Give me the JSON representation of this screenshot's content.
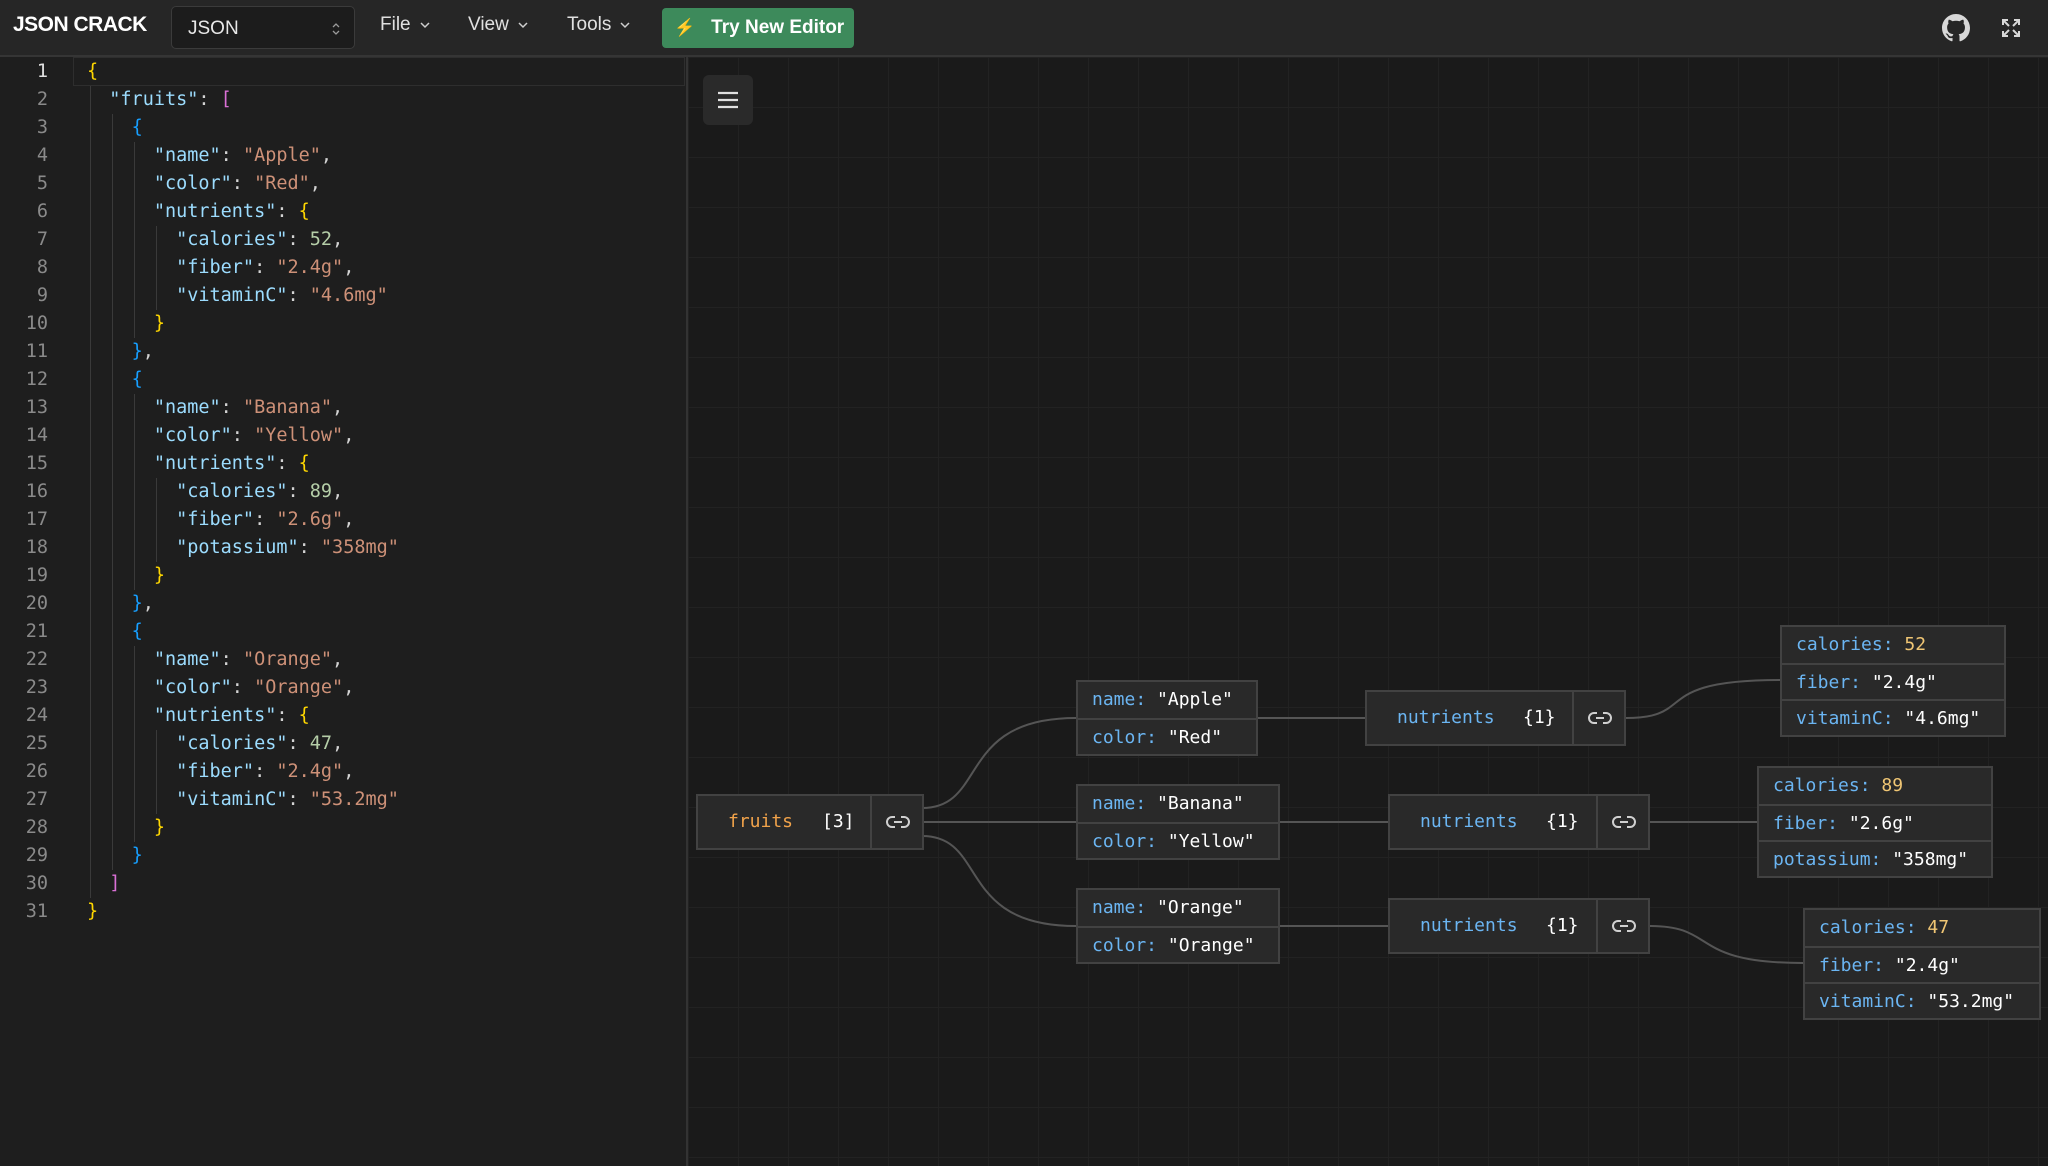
{
  "header": {
    "logo": "JSON CRACK",
    "format_select": "JSON",
    "menus": [
      "File",
      "View",
      "Tools"
    ],
    "try_button": "Try New Editor",
    "icons": [
      "github-icon",
      "fullscreen-icon"
    ]
  },
  "editor": {
    "active_line": 1,
    "lines": [
      [
        [
          "b1",
          "{"
        ]
      ],
      [
        [
          "p",
          "  "
        ],
        [
          "k",
          "\"fruits\""
        ],
        [
          "p",
          ": "
        ],
        [
          "b2",
          "["
        ]
      ],
      [
        [
          "p",
          "    "
        ],
        [
          "b3",
          "{"
        ]
      ],
      [
        [
          "p",
          "      "
        ],
        [
          "k",
          "\"name\""
        ],
        [
          "p",
          ": "
        ],
        [
          "s",
          "\"Apple\""
        ],
        [
          "p",
          ","
        ]
      ],
      [
        [
          "p",
          "      "
        ],
        [
          "k",
          "\"color\""
        ],
        [
          "p",
          ": "
        ],
        [
          "s",
          "\"Red\""
        ],
        [
          "p",
          ","
        ]
      ],
      [
        [
          "p",
          "      "
        ],
        [
          "k",
          "\"nutrients\""
        ],
        [
          "p",
          ": "
        ],
        [
          "b1",
          "{"
        ]
      ],
      [
        [
          "p",
          "        "
        ],
        [
          "k",
          "\"calories\""
        ],
        [
          "p",
          ": "
        ],
        [
          "n",
          "52"
        ],
        [
          "p",
          ","
        ]
      ],
      [
        [
          "p",
          "        "
        ],
        [
          "k",
          "\"fiber\""
        ],
        [
          "p",
          ": "
        ],
        [
          "s",
          "\"2.4g\""
        ],
        [
          "p",
          ","
        ]
      ],
      [
        [
          "p",
          "        "
        ],
        [
          "k",
          "\"vitaminC\""
        ],
        [
          "p",
          ": "
        ],
        [
          "s",
          "\"4.6mg\""
        ]
      ],
      [
        [
          "p",
          "      "
        ],
        [
          "b1",
          "}"
        ]
      ],
      [
        [
          "p",
          "    "
        ],
        [
          "b3",
          "}"
        ],
        [
          "p",
          ","
        ]
      ],
      [
        [
          "p",
          "    "
        ],
        [
          "b3",
          "{"
        ]
      ],
      [
        [
          "p",
          "      "
        ],
        [
          "k",
          "\"name\""
        ],
        [
          "p",
          ": "
        ],
        [
          "s",
          "\"Banana\""
        ],
        [
          "p",
          ","
        ]
      ],
      [
        [
          "p",
          "      "
        ],
        [
          "k",
          "\"color\""
        ],
        [
          "p",
          ": "
        ],
        [
          "s",
          "\"Yellow\""
        ],
        [
          "p",
          ","
        ]
      ],
      [
        [
          "p",
          "      "
        ],
        [
          "k",
          "\"nutrients\""
        ],
        [
          "p",
          ": "
        ],
        [
          "b1",
          "{"
        ]
      ],
      [
        [
          "p",
          "        "
        ],
        [
          "k",
          "\"calories\""
        ],
        [
          "p",
          ": "
        ],
        [
          "n",
          "89"
        ],
        [
          "p",
          ","
        ]
      ],
      [
        [
          "p",
          "        "
        ],
        [
          "k",
          "\"fiber\""
        ],
        [
          "p",
          ": "
        ],
        [
          "s",
          "\"2.6g\""
        ],
        [
          "p",
          ","
        ]
      ],
      [
        [
          "p",
          "        "
        ],
        [
          "k",
          "\"potassium\""
        ],
        [
          "p",
          ": "
        ],
        [
          "s",
          "\"358mg\""
        ]
      ],
      [
        [
          "p",
          "      "
        ],
        [
          "b1",
          "}"
        ]
      ],
      [
        [
          "p",
          "    "
        ],
        [
          "b3",
          "}"
        ],
        [
          "p",
          ","
        ]
      ],
      [
        [
          "p",
          "    "
        ],
        [
          "b3",
          "{"
        ]
      ],
      [
        [
          "p",
          "      "
        ],
        [
          "k",
          "\"name\""
        ],
        [
          "p",
          ": "
        ],
        [
          "s",
          "\"Orange\""
        ],
        [
          "p",
          ","
        ]
      ],
      [
        [
          "p",
          "      "
        ],
        [
          "k",
          "\"color\""
        ],
        [
          "p",
          ": "
        ],
        [
          "s",
          "\"Orange\""
        ],
        [
          "p",
          ","
        ]
      ],
      [
        [
          "p",
          "      "
        ],
        [
          "k",
          "\"nutrients\""
        ],
        [
          "p",
          ": "
        ],
        [
          "b1",
          "{"
        ]
      ],
      [
        [
          "p",
          "        "
        ],
        [
          "k",
          "\"calories\""
        ],
        [
          "p",
          ": "
        ],
        [
          "n",
          "47"
        ],
        [
          "p",
          ","
        ]
      ],
      [
        [
          "p",
          "        "
        ],
        [
          "k",
          "\"fiber\""
        ],
        [
          "p",
          ": "
        ],
        [
          "s",
          "\"2.4g\""
        ],
        [
          "p",
          ","
        ]
      ],
      [
        [
          "p",
          "        "
        ],
        [
          "k",
          "\"vitaminC\""
        ],
        [
          "p",
          ": "
        ],
        [
          "s",
          "\"53.2mg\""
        ]
      ],
      [
        [
          "p",
          "      "
        ],
        [
          "b1",
          "}"
        ]
      ],
      [
        [
          "p",
          "    "
        ],
        [
          "b3",
          "}"
        ]
      ],
      [
        [
          "p",
          "  "
        ],
        [
          "b2",
          "]"
        ]
      ],
      [
        [
          "b1",
          "}"
        ]
      ]
    ]
  },
  "graph": {
    "root": {
      "key": "fruits",
      "count": "[3]"
    },
    "items": [
      {
        "name_key": "name:",
        "name_val": "\"Apple\"",
        "color_key": "color:",
        "color_val": "\"Red\"",
        "nutrients_key": "nutrients",
        "nutrients_count": "{1}",
        "details": [
          [
            "calories:",
            "52",
            "num"
          ],
          [
            "fiber:",
            "\"2.4g\"",
            "str"
          ],
          [
            "vitaminC:",
            "\"4.6mg\"",
            "str"
          ]
        ]
      },
      {
        "name_key": "name:",
        "name_val": "\"Banana\"",
        "color_key": "color:",
        "color_val": "\"Yellow\"",
        "nutrients_key": "nutrients",
        "nutrients_count": "{1}",
        "details": [
          [
            "calories:",
            "89",
            "num"
          ],
          [
            "fiber:",
            "\"2.6g\"",
            "str"
          ],
          [
            "potassium:",
            "\"358mg\"",
            "str"
          ]
        ]
      },
      {
        "name_key": "name:",
        "name_val": "\"Orange\"",
        "color_key": "color:",
        "color_val": "\"Orange\"",
        "nutrients_key": "nutrients",
        "nutrients_count": "{1}",
        "details": [
          [
            "calories:",
            "47",
            "num"
          ],
          [
            "fiber:",
            "\"2.4g\"",
            "str"
          ],
          [
            "vitaminC:",
            "\"53.2mg\"",
            "str"
          ]
        ]
      }
    ]
  }
}
